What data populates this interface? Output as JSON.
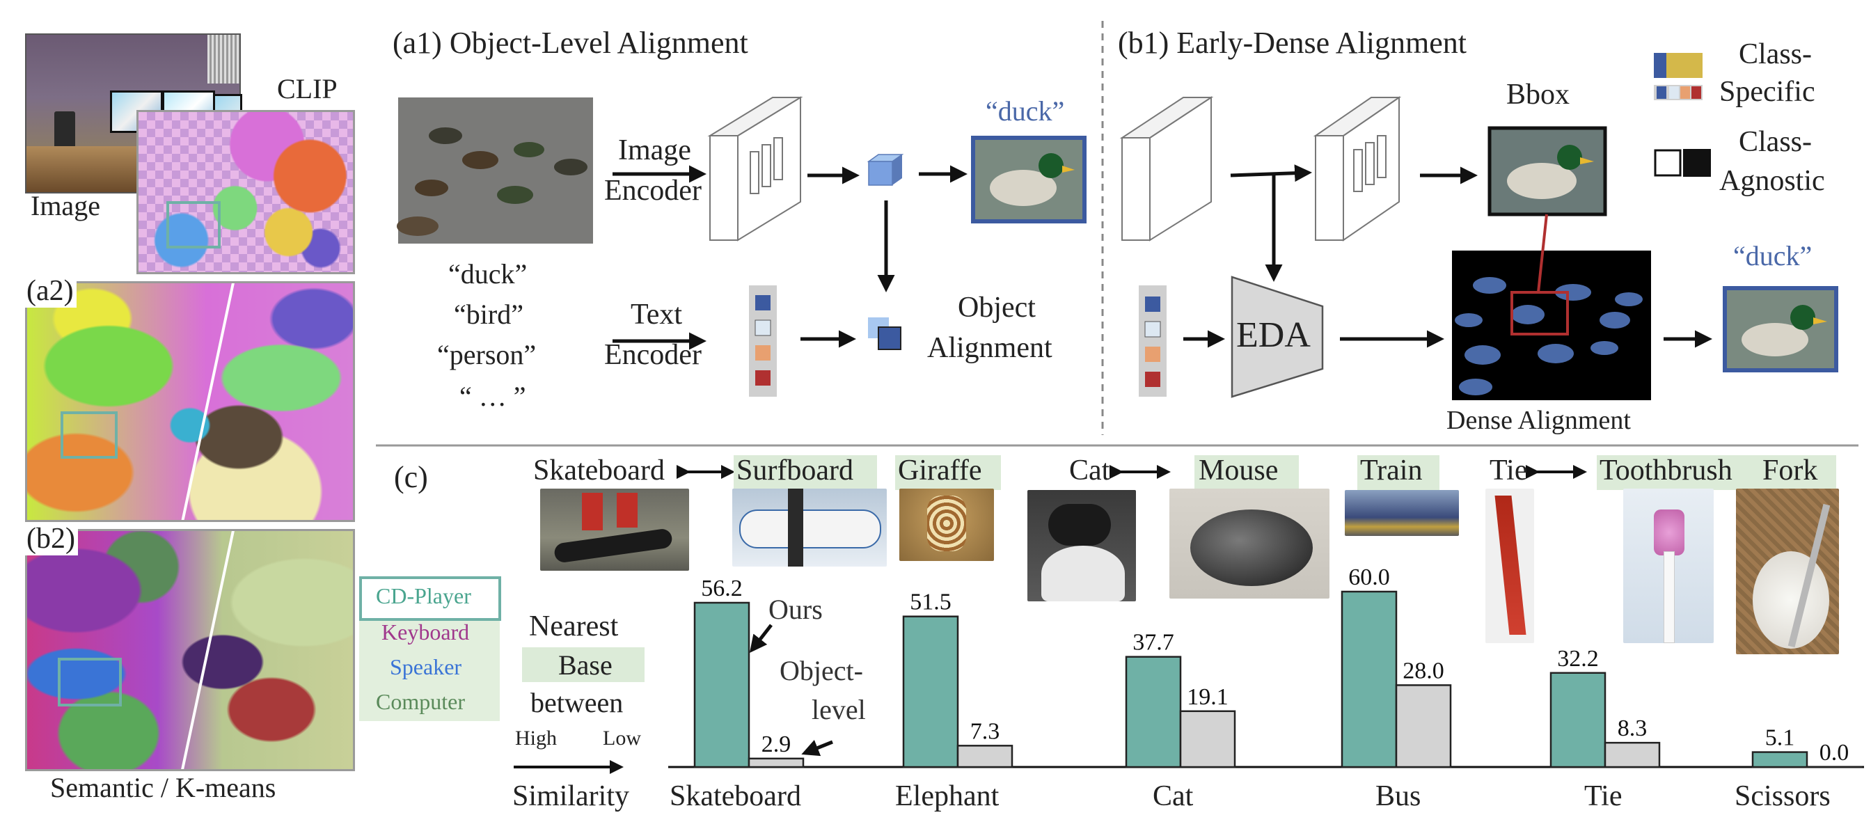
{
  "left_panel": {
    "image_label": "Image",
    "clip_label": "CLIP",
    "a2_label": "(a2)",
    "b2_label": "(b2)",
    "bottom_label": "Semantic / K-means",
    "legend": [
      "CD-Player",
      "Keyboard",
      "Speaker",
      "Computer"
    ]
  },
  "a1": {
    "title": "(a1) Object-Level Alignment",
    "image_encoder": [
      "Image",
      "Encoder"
    ],
    "text_encoder": [
      "Text",
      "Encoder"
    ],
    "prompts": [
      "“duck”",
      "“bird”",
      "“person”",
      "“ … ”"
    ],
    "duck_label": "“duck”",
    "object_alignment": [
      "Object",
      "Alignment"
    ]
  },
  "b1": {
    "title": "(b1) Early-Dense Alignment",
    "bbox_label": "Bbox",
    "eda_label": "EDA",
    "dense_label": "Dense Alignment",
    "duck_label": "“duck”",
    "class_specific": [
      "Class-",
      "Specific"
    ],
    "class_agnostic": [
      "Class-",
      "Agnostic"
    ]
  },
  "c": {
    "panel_label": "(c)",
    "headers": {
      "skateboard": "Skateboard",
      "surfboard": "Surfboard",
      "giraffe": "Giraffe",
      "cat": "Cat",
      "mouse": "Mouse",
      "train": "Train",
      "tie": "Tie",
      "toothbrush": "Toothbrush",
      "fork": "Fork"
    },
    "nearest": [
      "Nearest",
      "Base",
      "between"
    ],
    "high": "High",
    "low": "Low",
    "similarity": "Similarity",
    "ours_label": "Ours",
    "object_level_label": [
      "Object-",
      "level"
    ]
  },
  "chart_data": {
    "type": "bar",
    "categories": [
      "Skateboard",
      "Elephant",
      "Cat",
      "Bus",
      "Tie",
      "Scissors"
    ],
    "series": [
      {
        "name": "Ours",
        "values": [
          56.2,
          51.5,
          37.7,
          60.0,
          32.2,
          5.1
        ],
        "labels": [
          "56.2",
          "51.5",
          "37.7",
          "60.0",
          "32.2",
          "5.1"
        ],
        "color": "#6fb1a6"
      },
      {
        "name": "Object-level",
        "values": [
          2.9,
          7.3,
          19.1,
          28.0,
          8.3,
          0.0
        ],
        "labels": [
          "2.9",
          "7.3",
          "19.1",
          "28.0",
          "8.3",
          "0.0"
        ],
        "color": "#d3d3d3"
      }
    ],
    "ylim": [
      0,
      60
    ]
  },
  "colors": {
    "teal": "#6fb1a6",
    "grey_bar": "#d3d3d3",
    "duck_blue": "#4a68a8",
    "frame_blue": "#3c5aa0",
    "chip_green": "#dcebd8",
    "dense_red": "#9b2a2a",
    "legend_cd": "#4aa58f",
    "legend_keyboard": "#a0388c",
    "legend_speaker": "#3a74d6",
    "legend_computer": "#5a8a5a"
  }
}
